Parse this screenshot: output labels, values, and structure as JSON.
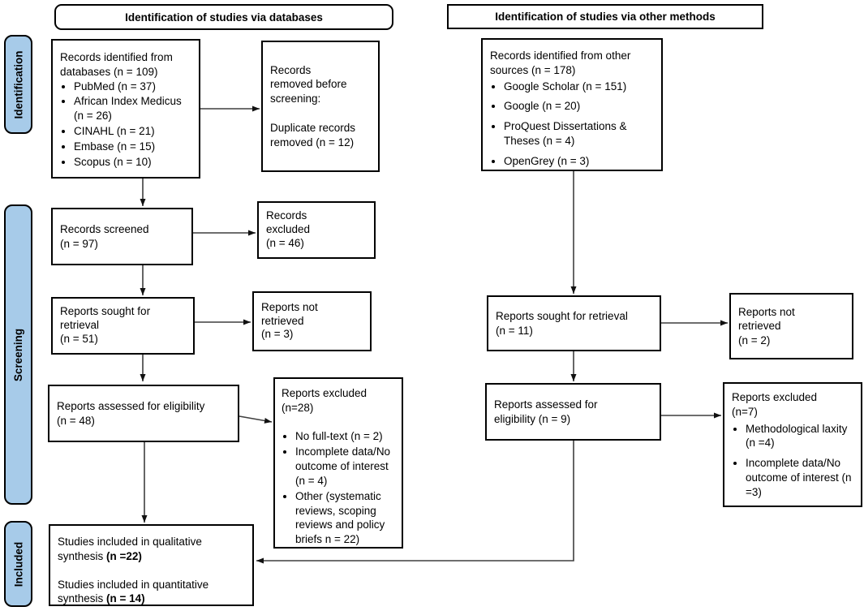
{
  "colors": {
    "sidebar_fill": "#A7CBE9",
    "box_border": "#000000",
    "arrow": "#3f3f3f"
  },
  "headers": {
    "databases": "Identification of studies via databases",
    "other_methods": "Identification of studies via other methods"
  },
  "sidebar": {
    "identification": "Identification",
    "screening": "Screening",
    "included": "Included"
  },
  "boxes": {
    "db_identified": {
      "lines": [
        "Records identified from",
        "databases (n = 109)"
      ],
      "bullets": [
        "PubMed (n = 37)",
        "African Index Medicus (n = 26)",
        "CINAHL (n = 21)",
        "Embase (n = 15)",
        "Scopus (n = 10)"
      ]
    },
    "db_removed": {
      "lines": [
        "Records",
        "removed before",
        "screening:",
        "",
        "Duplicate records",
        "removed (n = 12)"
      ]
    },
    "db_screened": {
      "lines": [
        "Records screened",
        "(n = 97)"
      ]
    },
    "db_excluded": {
      "lines": [
        "Records",
        "excluded",
        "(n = 46)"
      ]
    },
    "db_sought": {
      "lines": [
        "Reports sought for",
        "retrieval",
        "(n = 51)"
      ]
    },
    "db_not_retrieved": {
      "lines": [
        "Reports not",
        "retrieved",
        "(n = 3)"
      ]
    },
    "db_assessed": {
      "lines": [
        "Reports assessed for eligibility",
        "(n = 48)"
      ]
    },
    "db_reports_excluded": {
      "lines": [
        "Reports excluded",
        "(n=28)",
        ""
      ],
      "bullets": [
        "No full-text (n = 2)",
        "Incomplete data/No outcome of interest (n = 4)",
        "Other (systematic reviews, scoping reviews and policy briefs n = 22)"
      ]
    },
    "included": {
      "qual_text": "Studies included in qualitative synthesis ",
      "qual_n": "(n =22)",
      "quant_text": "Studies included in quantitative synthesis ",
      "quant_n": "(n = 14)"
    },
    "om_identified": {
      "lines": [
        "Records identified from other",
        "sources (n = 178)"
      ],
      "bullets": [
        "Google Scholar (n = 151)",
        "Google (n = 20)",
        "ProQuest Dissertations & Theses (n = 4)",
        "OpenGrey (n = 3)"
      ]
    },
    "om_sought": {
      "lines": [
        "Reports sought for retrieval",
        "(n = 11)"
      ]
    },
    "om_not_retrieved": {
      "lines": [
        "Reports not",
        "retrieved",
        "(n = 2)"
      ]
    },
    "om_assessed": {
      "lines": [
        "Reports assessed for",
        "eligibility  (n = 9)"
      ]
    },
    "om_reports_excluded": {
      "lines": [
        "Reports excluded",
        "(n=7)"
      ],
      "bullets": [
        "Methodological laxity (n =4)",
        "Incomplete data/No outcome of interest (n =3)"
      ]
    }
  }
}
